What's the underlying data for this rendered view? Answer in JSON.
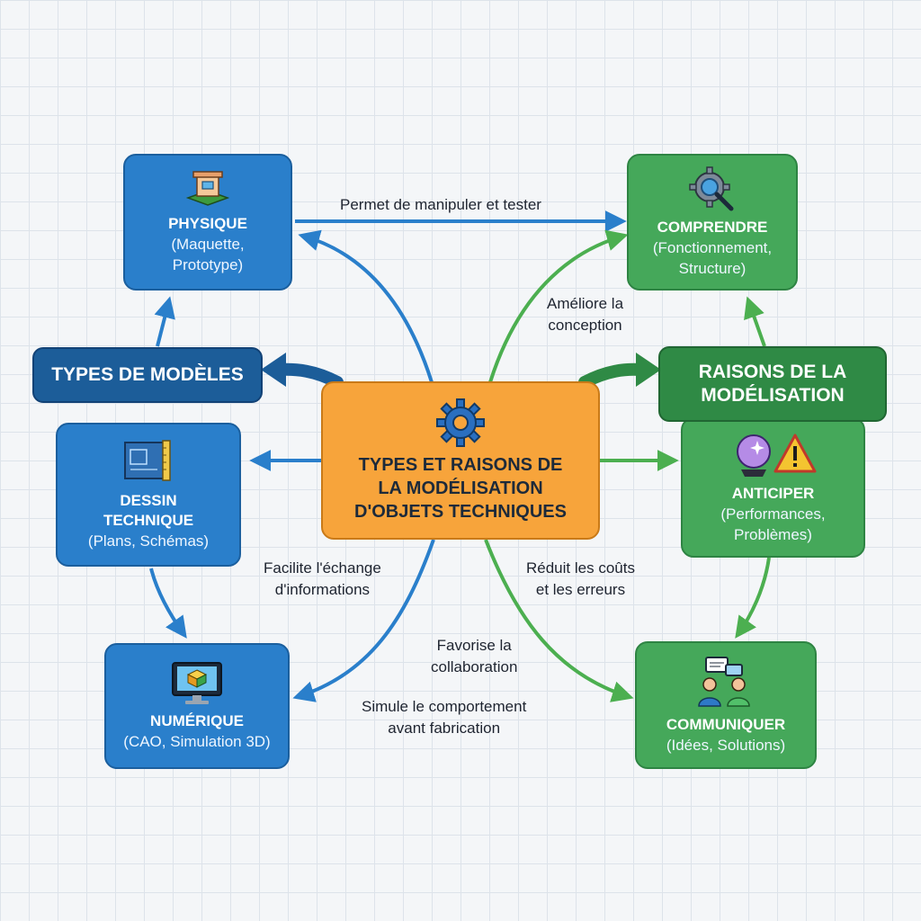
{
  "center": {
    "title": "TYPES ET RAISONS DE\nLA MODÉLISATION\nD'OBJETS TECHNIQUES",
    "icon": "gear-icon"
  },
  "left_banner": {
    "label": "TYPES DE MODÈLES"
  },
  "right_banner": {
    "label": "RAISONS DE LA\nMODÉLISATION"
  },
  "types": [
    {
      "title": "PHYSIQUE",
      "subtitle": "(Maquette,\nPrototype)",
      "icon": "building-icon"
    },
    {
      "title": "DESSIN\nTECHNIQUE",
      "subtitle": "(Plans, Schémas)",
      "icon": "blueprint-icon"
    },
    {
      "title": "NUMÉRIQUE",
      "subtitle": "(CAO, Simulation 3D)",
      "icon": "computer-icon"
    }
  ],
  "reasons": [
    {
      "title": "COMPRENDRE",
      "subtitle": "(Fonctionnement,\nStructure)",
      "icon": "gear-magnifier-icon"
    },
    {
      "title": "ANTICIPER",
      "subtitle": "(Performances,\nProblèmes)",
      "icon": "crystal-ball-warning-icon"
    },
    {
      "title": "COMMUNIQUER",
      "subtitle": "(Idées, Solutions)",
      "icon": "people-chat-icon"
    }
  ],
  "connectors": [
    "Permet de manipuler et tester",
    "Améliore la\nconception",
    "Facilite l'échange\nd'informations",
    "Réduit les coûts\net les erreurs",
    "Favorise la\ncollaboration",
    "Simule le comportement\navant fabrication"
  ],
  "colors": {
    "blue": "#2a7fcb",
    "dark_blue": "#1c5d99",
    "green": "#45a85a",
    "dark_green": "#2f8a45",
    "orange": "#f7a43b"
  }
}
